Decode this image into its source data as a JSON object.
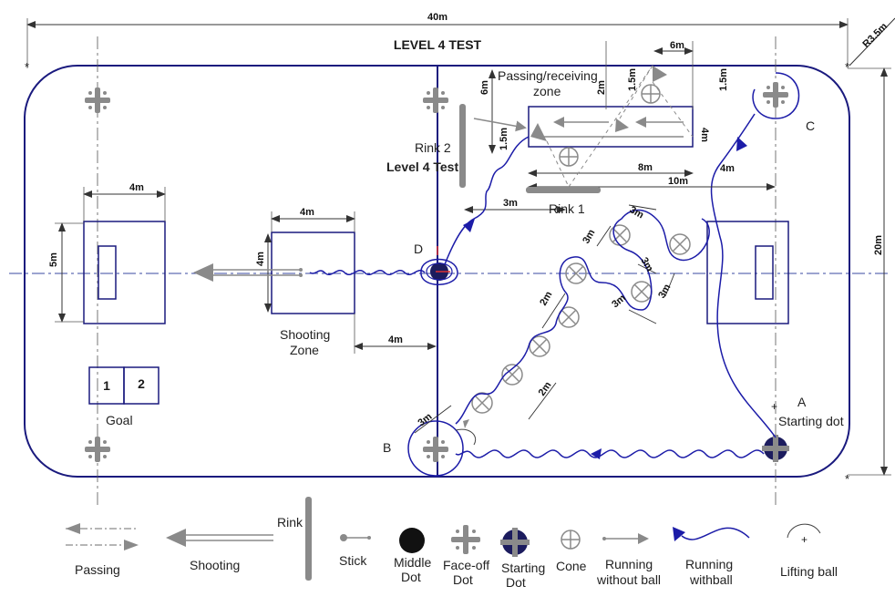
{
  "title": "LEVEL 4 TEST",
  "dims": {
    "width_40": "40m",
    "radius": "R3.5m",
    "height_20": "20m",
    "goal_w": "4m",
    "goal_h": "5m",
    "shoot_w": "4m",
    "shoot_h": "4m",
    "shoot_gap": "4m",
    "pass_6m_top": "6m",
    "pass_1_5_a": "1.5m",
    "pass_1_5_b": "1.5m",
    "pass_2m": "2m",
    "pass_6m_side": "6m",
    "pass_1_5_c": "1.5m",
    "pass_4m_side": "4m",
    "pass_8m": "8m",
    "pass_10m": "10m",
    "pass_4m_right": "4m",
    "pass_3m": "3m",
    "cone_3_a": "3m",
    "cone_3_b": "3m",
    "cone_3_c": "3m",
    "cone_3_d": "3m",
    "cone_3_e": "3m",
    "cone_2_a": "2m",
    "cone_2_b": "2m",
    "cone_3_b2": "3m"
  },
  "labels": {
    "passing_zone_1": "Passing/receiving",
    "passing_zone_2": "zone",
    "rink2": "Rink 2",
    "level4": "Level 4 Test",
    "rink1": "Rink 1",
    "shooting_zone_1": "Shooting",
    "shooting_zone_2": "Zone",
    "point_a": "A",
    "point_b": "B",
    "point_c": "C",
    "point_d": "D",
    "starting_dot": "Starting dot",
    "goal": "Goal",
    "goal_1": "1",
    "goal_2": "2"
  },
  "legend": {
    "passing": "Passing",
    "shooting": "Shooting",
    "rink": "Rink",
    "stick": "Stick",
    "middle_1": "Middle",
    "middle_2": "Dot",
    "faceoff_1": "Face-off",
    "faceoff_2": "Dot",
    "starting_1": "Starting",
    "starting_2": "Dot",
    "cone": "Cone",
    "run_without_1": "Running",
    "run_without_2": "without ball",
    "run_with_1": "Running",
    "run_with_2": "withball",
    "lifting": "Lifting ball"
  },
  "colors": {
    "rink_line": "#1a1a7e",
    "path": "#1c1ca8",
    "gray": "#8a8a8a",
    "dim_line": "#333333"
  }
}
